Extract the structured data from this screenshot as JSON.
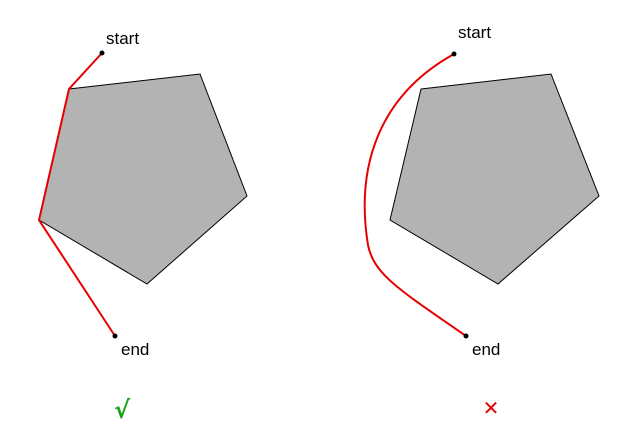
{
  "colors": {
    "polygon_fill": "#b3b3b3",
    "polygon_stroke": "#000000",
    "path": "#e60000",
    "point": "#000000",
    "correct_mark": "#1aa31a",
    "wrong_mark": "#e60000"
  },
  "left_panel": {
    "start_label": "start",
    "end_label": "end",
    "verdict_mark": "√",
    "verdict_icon": "check-mark-icon"
  },
  "right_panel": {
    "start_label": "start",
    "end_label": "end",
    "verdict_mark": "✕",
    "verdict_icon": "cross-mark-icon"
  }
}
